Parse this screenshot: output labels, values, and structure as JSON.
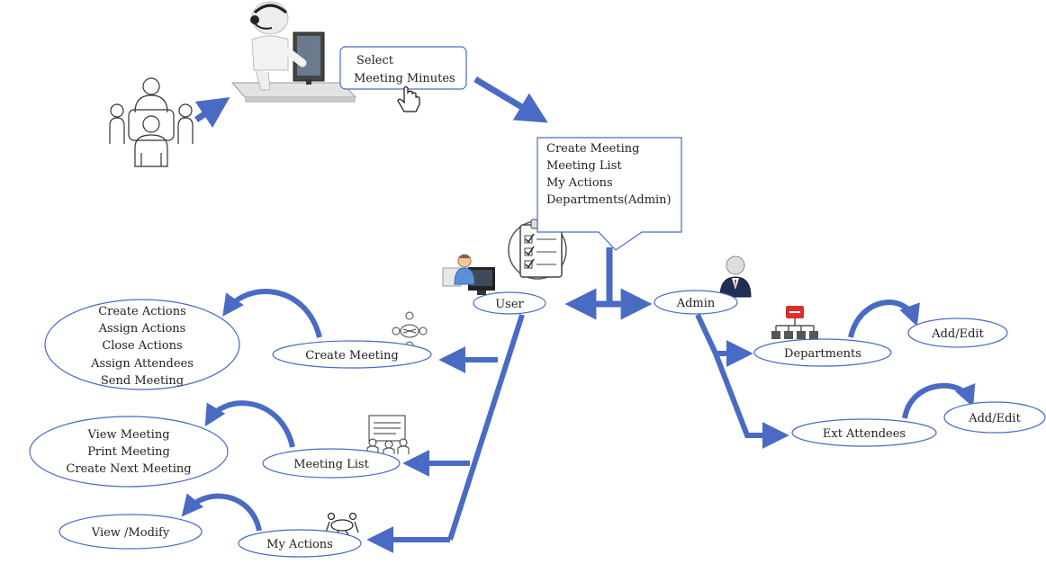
{
  "colors": {
    "arrow": "#4A6BC4",
    "outline": "#4A6BC4",
    "text": "#222222"
  },
  "select_box": {
    "line1": "Select",
    "line2": "Meeting Minutes"
  },
  "menu_box": {
    "items": [
      "Create Meeting",
      "Meeting List",
      "My Actions",
      "Departments(Admin)"
    ]
  },
  "nodes": {
    "user": "User",
    "admin": "Admin",
    "create_meeting": "Create Meeting",
    "meeting_list": "Meeting List",
    "my_actions": "My Actions",
    "departments": "Departments",
    "ext_attendees": "Ext Attendees",
    "add_edit_departments": "Add/Edit",
    "add_edit_attendees": "Add/Edit",
    "view_modify": "View /Modify"
  },
  "create_meeting_options": [
    "Create Actions",
    "Assign Actions",
    "Close Actions",
    "Assign Attendees",
    "Send Meeting"
  ],
  "meeting_list_options": [
    "View Meeting",
    "Print Meeting",
    "Create Next Meeting"
  ],
  "icons": [
    "meeting-group-icon",
    "person-at-computer-icon",
    "hand-cursor-icon",
    "checklist-icon",
    "user-at-computer-icon",
    "admin-person-icon",
    "org-chart-icon",
    "meeting-table-icon",
    "presentation-icon",
    "action-meeting-icon"
  ]
}
